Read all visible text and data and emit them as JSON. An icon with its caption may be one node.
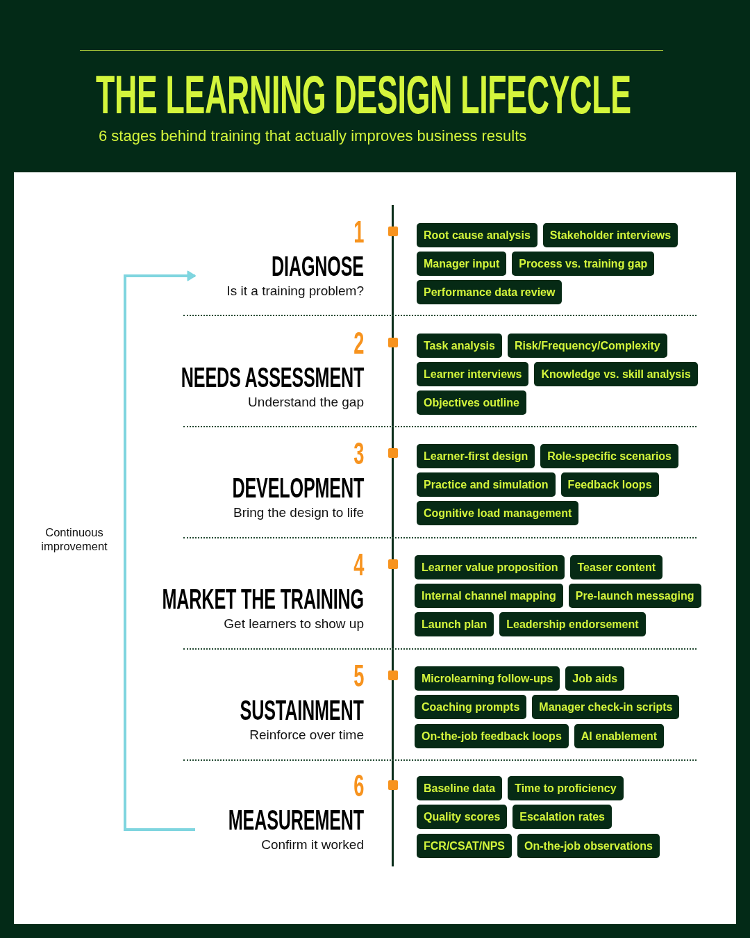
{
  "diagram": {
    "title": "THE LEARNING DESIGN LIFECYCLE",
    "nodes": [
      {
        "text": [
          "1",
          "DIAGNOSE",
          "Is it a training problem?"
        ]
      },
      {
        "text": [
          "Root cause analysis"
        ]
      },
      {
        "text": [
          "Stakeholder interviews"
        ]
      },
      {
        "text": [
          "Manager input"
        ]
      },
      {
        "text": [
          "Process vs. training gap"
        ]
      },
      {
        "text": [
          "Performance data review"
        ]
      },
      {
        "text": [
          "2",
          "NEEDS ASSESSMENT",
          "Understand the gap"
        ]
      },
      {
        "text": [
          "Task analysis"
        ]
      },
      {
        "text": [
          "Risk/Frequency/Complexity"
        ]
      },
      {
        "text": [
          "Learner interviews"
        ]
      },
      {
        "text": [
          "Knowledge vs. skill analysis"
        ]
      },
      {
        "text": [
          "Objectives outline"
        ]
      },
      {
        "text": [
          "3",
          "DEVELOPMENT",
          "Bring the design to life"
        ]
      },
      {
        "text": [
          "Learner-first design"
        ]
      },
      {
        "text": [
          "Role-specific scenarios"
        ]
      },
      {
        "text": [
          "Practice and simulation"
        ]
      },
      {
        "text": [
          "Feedback loops"
        ]
      },
      {
        "text": [
          "Cognitive load management"
        ]
      },
      {
        "text": [
          "4",
          "MARKET THE TRAINING",
          "Get learners to show up"
        ]
      },
      {
        "text": [
          "Learner value proposition"
        ]
      },
      {
        "text": [
          "Teaser content"
        ]
      },
      {
        "text": [
          "Internal channel mapping"
        ]
      },
      {
        "text": [
          "Pre-launch messaging"
        ]
      },
      {
        "text": [
          "Launch plan"
        ]
      },
      {
        "text": [
          "Leadership endorsement"
        ]
      },
      {
        "text": [
          "5",
          "SUSTAINMENT",
          "Reinforce over time"
        ]
      },
      {
        "text": [
          "Microlearning follow-ups"
        ]
      },
      {
        "text": [
          "Job aids"
        ]
      },
      {
        "text": [
          "Coaching prompts"
        ]
      },
      {
        "text": [
          "Manager check-in scripts"
        ]
      },
      {
        "text": [
          "On-the-job feedback loops"
        ]
      },
      {
        "text": [
          "AI enablement"
        ]
      },
      {
        "text": [
          "6",
          "MEASUREMENT",
          "Confirm it worked"
        ]
      },
      {
        "text": [
          "Baseline data"
        ]
      },
      {
        "text": [
          "Time to proficiency"
        ]
      },
      {
        "text": [
          "Quality scores"
        ]
      },
      {
        "text": [
          "Escalation rates"
        ]
      },
      {
        "text": [
          "FCR/CSAT/NPS"
        ]
      },
      {
        "text": [
          "On-the-job observations"
        ]
      }
    ],
    "edges": [
      {
        "from": 32,
        "to": 0,
        "arrow": "to",
        "label": "Continuous improvement"
      }
    ],
    "labels": [
      "6 stages behind training that actually improves business results"
    ]
  }
}
